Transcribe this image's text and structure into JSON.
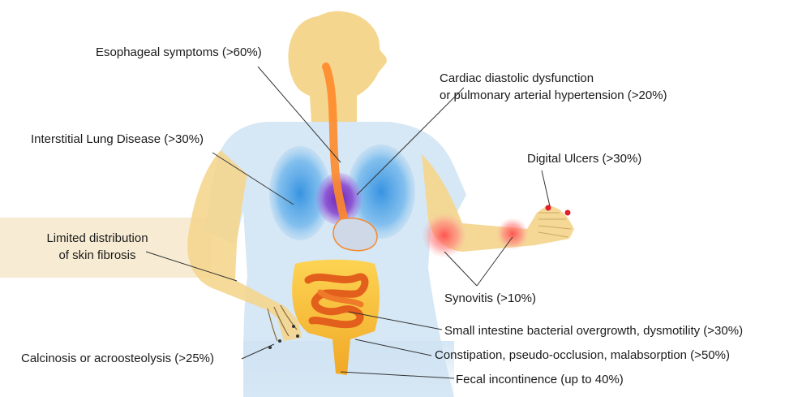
{
  "diagram": {
    "labels": {
      "esophageal": "Esophageal symptoms (>60%)",
      "cardiac_line1": "Cardiac diastolic dysfunction",
      "cardiac_line2": "or pulmonary arterial hypertension  (>20%)",
      "ild": "Interstitial Lung Disease (>30%)",
      "digital_ulcers": "Digital Ulcers (>30%)",
      "skin_line1": "Limited distribution",
      "skin_line2": "of  skin fibrosis",
      "synovitis": "Synovitis (>10%)",
      "sibo": "Small intestine bacterial overgrowth, dysmotility (>30%)",
      "calcinosis": "Calcinosis or acroosteolysis (>25%)",
      "constipation": "Constipation, pseudo-occlusion, malabsorption (>50%)",
      "fecal": "Fecal incontinence (up to 40%)"
    },
    "colors": {
      "body": "#f4d68f",
      "torso": "#cfe3f3",
      "lung": "#4da3e6",
      "heart": "#7b2fb3",
      "esophagus": "#ff8a2a",
      "intestine": "#f07a22",
      "inflammation": "#ff5a5a",
      "ulcer": "#e0202a",
      "leader_line": "#333333"
    }
  }
}
